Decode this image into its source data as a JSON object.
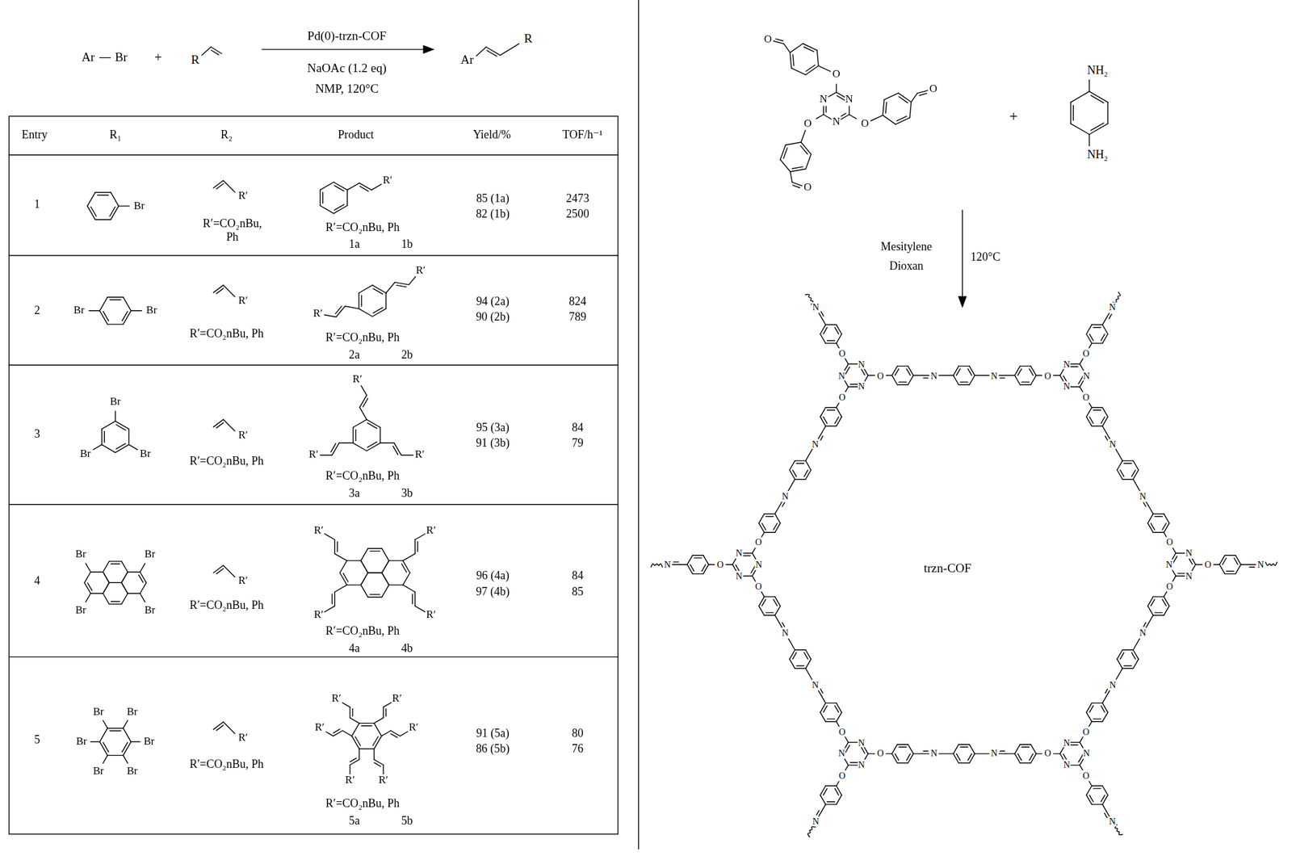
{
  "diagram": {
    "labels": [
      "Ar",
      "Br",
      "+",
      "R",
      "Pd(0)-trzn-COF",
      "NaOAc (1.2 eq)",
      "NMP, 120°C",
      "Ar",
      "R",
      "Entry",
      "R₁",
      "R₂",
      "Product",
      "Yield/%",
      "TOF/h⁻¹",
      "1",
      "Br",
      "R′",
      "R′=CO₂nBu, Ph",
      "R′",
      "R′=CO₂nBu, Ph",
      "1a",
      "1b",
      "85 (1a)",
      "82 (1b)",
      "2473",
      "2500",
      "2",
      "Br",
      "Br",
      "R′",
      "R′=CO₂nBu, Ph",
      "R′",
      "R′",
      "R′=CO₂nBu, Ph",
      "2a",
      "2b",
      "94 (2a)",
      "90 (2b)",
      "824",
      "789",
      "3",
      "Br",
      "Br",
      "Br",
      "R′",
      "R′=CO₂nBu, Ph",
      "R′",
      "R′",
      "R′",
      "R′=CO₂nBu, Ph",
      "3a",
      "3b",
      "95 (3a)",
      "91 (3b)",
      "84",
      "79",
      "4",
      "Br",
      "Br",
      "Br",
      "Br",
      "R′",
      "R′=CO₂nBu, Ph",
      "R′",
      "R′",
      "R′",
      "R′",
      "R′=CO₂nBu, Ph",
      "4a",
      "4b",
      "96 (4a)",
      "97 (4b)",
      "84",
      "85",
      "5",
      "Br",
      "Br",
      "Br",
      "Br",
      "Br",
      "Br",
      "R′",
      "R′=CO₂nBu, Ph",
      "R′",
      "R′",
      "R′",
      "R′",
      "R′",
      "R′",
      "R′=CO₂nBu, Ph",
      "5a",
      "5b",
      "91 (5a)",
      "86 (5b)",
      "80",
      "76",
      "N",
      "N",
      "N",
      "O",
      "O",
      "O",
      "O",
      "O",
      "O",
      "+",
      "NH₂",
      "NH₂",
      "Mesitylene",
      "Dioxan",
      "120°C",
      "N",
      "N",
      "N",
      "O",
      "O",
      "O",
      "N",
      "N",
      "N",
      "N",
      "O",
      "O",
      "O",
      "N",
      "N",
      "N",
      "N",
      "O",
      "O",
      "O",
      "N",
      "N",
      "N",
      "N",
      "O",
      "O",
      "O",
      "N",
      "N",
      "N",
      "N",
      "O",
      "O",
      "O",
      "N",
      "N",
      "N",
      "N",
      "O",
      "O",
      "O",
      "N",
      "N",
      "N",
      "N",
      "N",
      "N",
      "N",
      "N",
      "N",
      "N",
      "N",
      "N",
      "N",
      "trzn-COF"
    ]
  }
}
